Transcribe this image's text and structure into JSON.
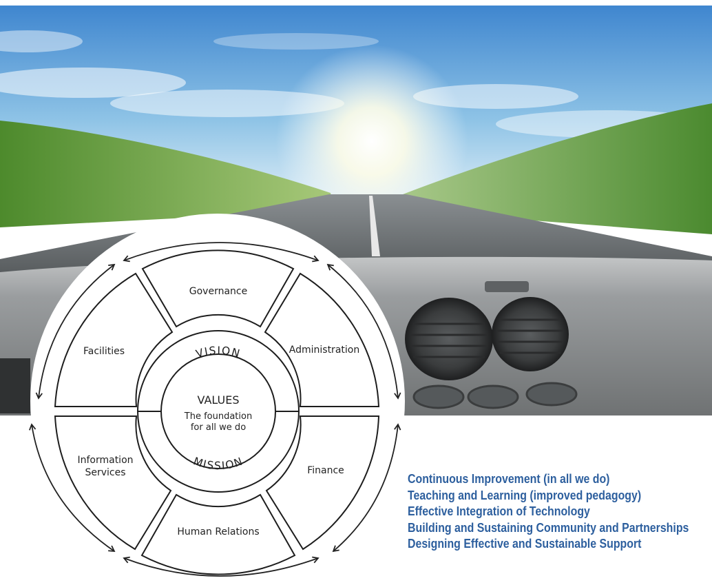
{
  "colors": {
    "sky_top": "#3f86cf",
    "sky_horizon": "#e6f2f8",
    "grass": "#5f9a3a",
    "road": "#585c5e",
    "dashboard": "#8e9193",
    "accent_text": "#2d5f9e",
    "ink": "#222222"
  },
  "diagram": {
    "outer_segments": {
      "governance": "Governance",
      "administration": "Administration",
      "finance": "Finance",
      "human_relations": "Human Relations",
      "information_services_line1": "Information",
      "information_services_line2": "Services",
      "facilities": "Facilities"
    },
    "ring": {
      "top": "VISION",
      "bottom": "MISSION"
    },
    "center": {
      "title": "VALUES",
      "line1": "The foundation",
      "line2": "for all we do"
    }
  },
  "goals": [
    "Continuous Improvement (in all we do)",
    "Teaching and Learning (improved pedagogy)",
    "Effective Integration of Technology",
    "Building and Sustaining Community and Partnerships",
    "Designing Effective and Sustainable Support"
  ]
}
